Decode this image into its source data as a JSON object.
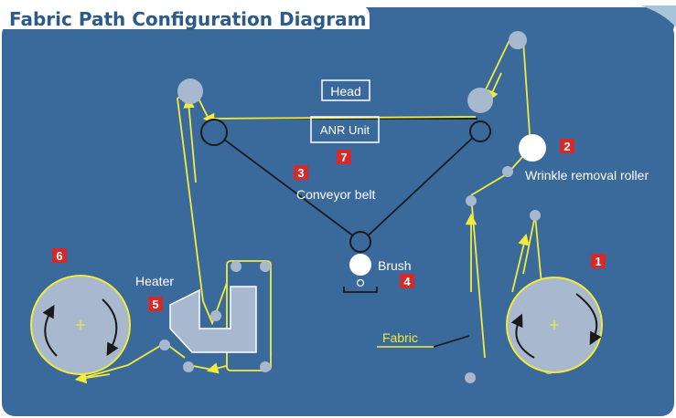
{
  "title": "Fabric Path Configuration Diagram",
  "labels": {
    "head": "Head",
    "anr_unit": "ANR Unit",
    "conveyor_belt": "Conveyor belt",
    "brush": "Brush",
    "heater": "Heater",
    "fabric": "Fabric",
    "wrinkle_roller": "Wrinkle removal roller"
  },
  "markers": {
    "m1": "1",
    "m2": "2",
    "m3": "3",
    "m4": "4",
    "m5": "5",
    "m6": "6",
    "m7": "7"
  },
  "colors": {
    "background": "#3a6a9c",
    "panel_border": "#a8c4dc",
    "fabric_line": "#f2ea3c",
    "belt_line": "#1a1a1a",
    "roller_fill": "#aebfd4",
    "marker_red": "#d62a2a",
    "white": "#ffffff"
  }
}
